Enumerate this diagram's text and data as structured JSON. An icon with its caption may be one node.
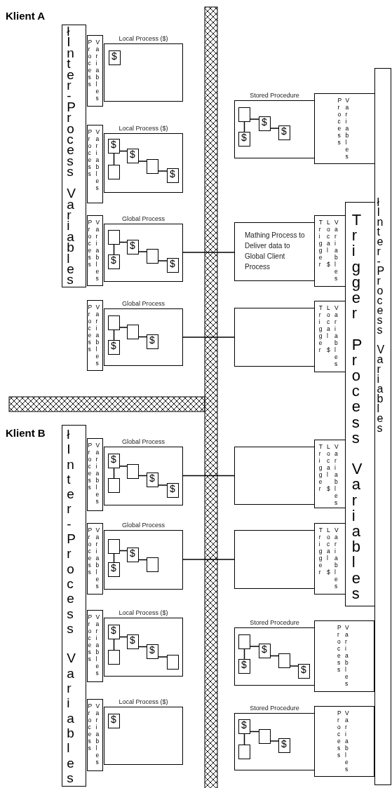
{
  "diagram": {
    "nodes": [
      {
        "text": [
          "łInter-Process Variables"
        ]
      },
      {
        "text": [
          "Process",
          "Variables"
        ]
      },
      {
        "text": [
          "Local Process ($)"
        ]
      },
      {
        "text": [
          "$"
        ],
        "in": 2
      },
      {
        "text": [
          "Process",
          "Variables"
        ]
      },
      {
        "text": [
          "Local Process ($)"
        ]
      },
      {
        "text": [
          "$"
        ],
        "in": 5
      },
      {
        "text": [],
        "shape": "box",
        "in": 5
      },
      {
        "text": [
          "$"
        ],
        "in": 5
      },
      {
        "text": [],
        "shape": "box",
        "in": 5
      },
      {
        "text": [
          "$"
        ],
        "in": 5
      },
      {
        "text": [
          "Process",
          "Variables"
        ]
      },
      {
        "text": [
          "Global Process"
        ]
      },
      {
        "text": [],
        "shape": "box",
        "in": 12
      },
      {
        "text": [
          "$"
        ],
        "in": 12
      },
      {
        "text": [
          "$"
        ],
        "in": 12
      },
      {
        "text": [],
        "shape": "box",
        "in": 12
      },
      {
        "text": [
          "$"
        ],
        "in": 12
      },
      {
        "text": [
          "Process",
          "Variables"
        ]
      },
      {
        "text": [
          "Global Process"
        ]
      },
      {
        "text": [],
        "shape": "box",
        "in": 19
      },
      {
        "text": [
          "$"
        ],
        "in": 19
      },
      {
        "text": [],
        "shape": "box",
        "in": 19
      },
      {
        "text": [
          "$"
        ],
        "in": 19
      },
      {
        "text": [
          "łInter-Process Variables"
        ]
      },
      {
        "text": [
          "Process",
          "Variables"
        ]
      },
      {
        "text": [
          "Global Process"
        ]
      },
      {
        "text": [
          "$"
        ],
        "in": 26
      },
      {
        "text": [],
        "shape": "box",
        "in": 26
      },
      {
        "text": [],
        "shape": "box",
        "in": 26
      },
      {
        "text": [
          "$"
        ],
        "in": 26
      },
      {
        "text": [
          "$"
        ],
        "in": 26
      },
      {
        "text": [
          "Process",
          "Variables"
        ]
      },
      {
        "text": [
          "Global Process"
        ]
      },
      {
        "text": [],
        "shape": "box",
        "in": 33
      },
      {
        "text": [
          "$"
        ],
        "in": 33
      },
      {
        "text": [
          "$"
        ],
        "in": 33
      },
      {
        "text": [],
        "shape": "box",
        "in": 33
      },
      {
        "text": [
          "Process",
          "Variables"
        ]
      },
      {
        "text": [
          "Local Process ($)"
        ]
      },
      {
        "text": [
          "$"
        ],
        "in": 39
      },
      {
        "text": [],
        "shape": "box",
        "in": 39
      },
      {
        "text": [
          "$"
        ],
        "in": 39
      },
      {
        "text": [
          "$"
        ],
        "in": 39
      },
      {
        "text": [],
        "shape": "box",
        "in": 39
      },
      {
        "text": [
          "Process",
          "Variables"
        ]
      },
      {
        "text": [
          "Local Process ($)"
        ]
      },
      {
        "text": [
          "$"
        ],
        "in": 46
      },
      {
        "text": [
          "łInter-Process Variables"
        ]
      },
      {
        "text": [
          "Trigger Process Variables"
        ]
      },
      {
        "text": [
          "Stored Procedure"
        ]
      },
      {
        "text": [],
        "shape": "box",
        "in": 50
      },
      {
        "text": [
          "$"
        ],
        "in": 50
      },
      {
        "text": [
          "$"
        ],
        "in": 50
      },
      {
        "text": [
          "$"
        ],
        "in": 50
      },
      {
        "text": [
          "Process",
          "Variables"
        ]
      },
      {
        "text": [
          "Mathing Process to Deliver data to Global Client Process"
        ]
      },
      {
        "text": [
          "Trigger",
          "Local $",
          "Variables"
        ]
      },
      {
        "text": [],
        "shape": "box"
      },
      {
        "text": [
          "Trigger",
          "Local $",
          "Variables"
        ]
      },
      {
        "text": [],
        "shape": "box"
      },
      {
        "text": [
          "Trigger",
          "Local $",
          "Variables"
        ]
      },
      {
        "text": [],
        "shape": "box"
      },
      {
        "text": [
          "Trigger",
          "Local $",
          "Variables"
        ]
      },
      {
        "text": [
          "Stored Procedure"
        ]
      },
      {
        "text": [],
        "shape": "box",
        "in": 64
      },
      {
        "text": [
          "$"
        ],
        "in": 64
      },
      {
        "text": [
          "$"
        ],
        "in": 64
      },
      {
        "text": [],
        "shape": "box",
        "in": 64
      },
      {
        "text": [
          "$"
        ],
        "in": 64
      },
      {
        "text": [
          "Process",
          "Variables"
        ]
      },
      {
        "text": [
          "Stored Procedure"
        ]
      },
      {
        "text": [
          "$"
        ],
        "in": 71
      },
      {
        "text": [],
        "shape": "box",
        "in": 71
      },
      {
        "text": [],
        "shape": "box",
        "in": 71
      },
      {
        "text": [
          "$"
        ],
        "in": 71
      },
      {
        "text": [
          "Process",
          "Variables"
        ]
      }
    ],
    "edges": [
      {
        "from": 6,
        "to": 7,
        "arrow": "none"
      },
      {
        "from": 6,
        "to": 8,
        "arrow": "none"
      },
      {
        "from": 8,
        "to": 9,
        "arrow": "none"
      },
      {
        "from": 9,
        "to": 10,
        "arrow": "none"
      },
      {
        "from": 13,
        "to": 14,
        "arrow": "none"
      },
      {
        "from": 13,
        "to": 15,
        "arrow": "none"
      },
      {
        "from": 15,
        "to": 16,
        "arrow": "none"
      },
      {
        "from": 16,
        "to": 17,
        "arrow": "none"
      },
      {
        "from": 20,
        "to": 21,
        "arrow": "none"
      },
      {
        "from": 20,
        "to": 22,
        "arrow": "none"
      },
      {
        "from": 22,
        "to": 23,
        "arrow": "none"
      },
      {
        "from": 27,
        "to": 28,
        "arrow": "none"
      },
      {
        "from": 27,
        "to": 29,
        "arrow": "none"
      },
      {
        "from": 29,
        "to": 30,
        "arrow": "none"
      },
      {
        "from": 30,
        "to": 31,
        "arrow": "none"
      },
      {
        "from": 34,
        "to": 35,
        "arrow": "none"
      },
      {
        "from": 34,
        "to": 36,
        "arrow": "none"
      },
      {
        "from": 36,
        "to": 37,
        "arrow": "none"
      },
      {
        "from": 40,
        "to": 41,
        "arrow": "none"
      },
      {
        "from": 40,
        "to": 42,
        "arrow": "none"
      },
      {
        "from": 42,
        "to": 43,
        "arrow": "none"
      },
      {
        "from": 43,
        "to": 44,
        "arrow": "none"
      },
      {
        "from": 51,
        "to": 52,
        "arrow": "none"
      },
      {
        "from": 51,
        "to": 53,
        "arrow": "none"
      },
      {
        "from": 53,
        "to": 54,
        "arrow": "none"
      },
      {
        "from": 65,
        "to": 66,
        "arrow": "none"
      },
      {
        "from": 65,
        "to": 67,
        "arrow": "none"
      },
      {
        "from": 67,
        "to": 68,
        "arrow": "none"
      },
      {
        "from": 68,
        "to": 69,
        "arrow": "none"
      },
      {
        "from": 72,
        "to": 73,
        "arrow": "none"
      },
      {
        "from": 72,
        "to": 74,
        "arrow": "none"
      },
      {
        "from": 74,
        "to": 75,
        "arrow": "none"
      },
      {
        "from": 12,
        "to": 56,
        "arrow": "none"
      },
      {
        "from": 19,
        "to": 58,
        "arrow": "none"
      },
      {
        "from": 26,
        "to": 60,
        "arrow": "none"
      },
      {
        "from": 33,
        "to": 62,
        "arrow": "none"
      }
    ],
    "labels": [
      "Klient A",
      "Klient B"
    ]
  }
}
